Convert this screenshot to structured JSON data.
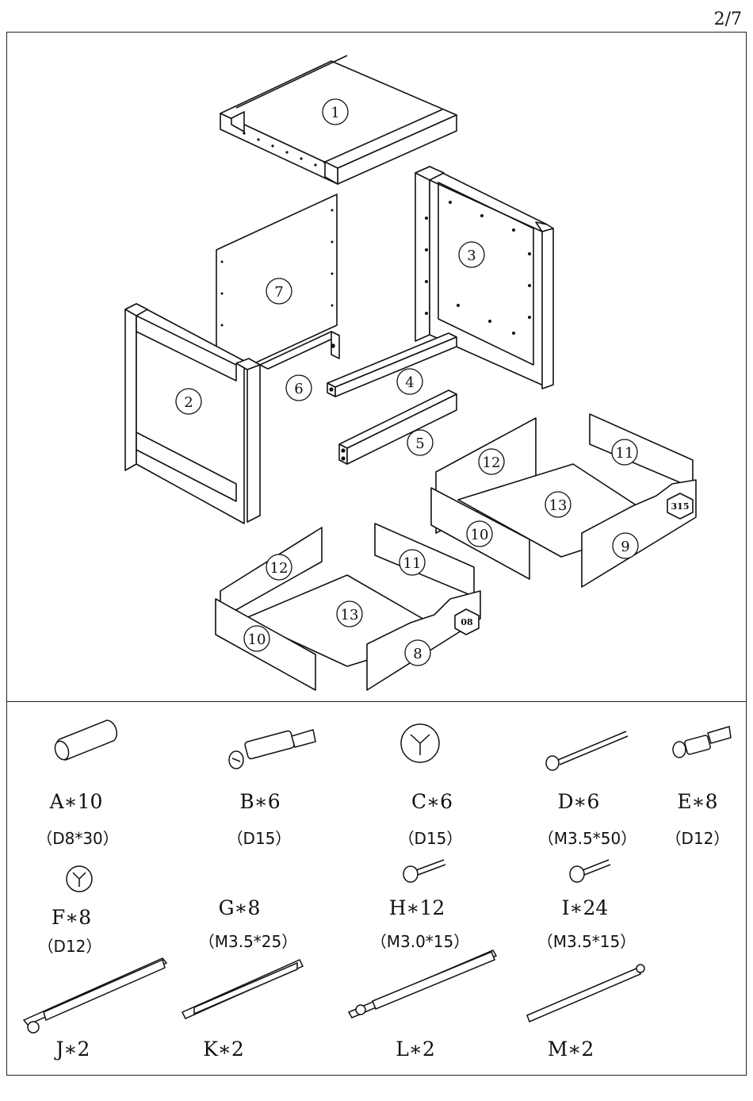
{
  "page_number": "2/7",
  "parts": [
    "1",
    "2",
    "3",
    "4",
    "5",
    "6",
    "7",
    "8",
    "9",
    "10",
    "11",
    "12",
    "13"
  ],
  "drawer_badges": [
    "315",
    "08"
  ],
  "hardware": [
    {
      "id": "A",
      "label": "A∗10",
      "spec": "（D8*30）"
    },
    {
      "id": "B",
      "label": "B∗6",
      "spec": "（D15）"
    },
    {
      "id": "C",
      "label": "C∗6",
      "spec": "（D15）"
    },
    {
      "id": "D",
      "label": "D∗6",
      "spec": "（M3.5*50）"
    },
    {
      "id": "E",
      "label": "E∗8",
      "spec": "（D12）"
    },
    {
      "id": "F",
      "label": "F∗8",
      "spec": "（D12）"
    },
    {
      "id": "G",
      "label": "G∗8",
      "spec": "（M3.5*25）"
    },
    {
      "id": "H",
      "label": "H∗12",
      "spec": "（M3.0*15）"
    },
    {
      "id": "I",
      "label": "I∗24",
      "spec": "（M3.5*15）"
    },
    {
      "id": "J",
      "label": "J∗2"
    },
    {
      "id": "K",
      "label": "K∗2"
    },
    {
      "id": "L",
      "label": "L∗2"
    },
    {
      "id": "M",
      "label": "M∗2"
    }
  ],
  "icons": {
    "A": "wood-dowel-icon",
    "B": "cam-bolt-icon",
    "C": "cam-lock-icon",
    "D": "long-screw-icon",
    "E": "small-cam-bolt-icon",
    "F": "small-cam-lock-icon",
    "G": "screw-icon",
    "H": "screw-icon",
    "I": "screw-icon",
    "J": "drawer-slide-icon",
    "K": "drawer-slide-icon",
    "L": "drawer-slide-icon",
    "M": "drawer-slide-icon"
  }
}
